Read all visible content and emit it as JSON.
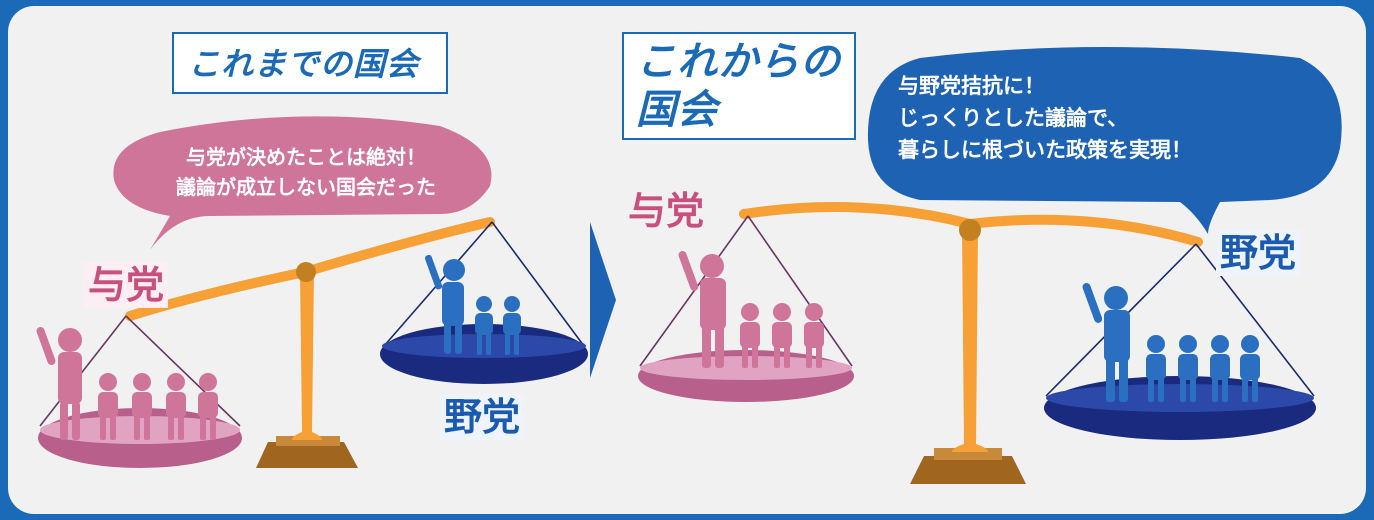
{
  "before": {
    "title": "これまでの国会",
    "bubble_text": "与党が決めたことは絶対！\n議論が成立しない国会だった",
    "ruling_label": "与党",
    "opposition_label": "野党"
  },
  "after": {
    "title": "これからの\n国会",
    "bubble_text": "与野党拮抗に！\nじっくりとした議論で、\n暮らしに根づいた政策を実現！",
    "ruling_label": "与党",
    "opposition_label": "野党"
  },
  "colors": {
    "background": "#1a6ab8",
    "panel": "#f1f1f1",
    "ruling_pink": "#d0759a",
    "ruling_dark": "#b84d7e",
    "opposition_blue": "#2a6fc0",
    "opposition_dark": "#1a2a6e",
    "beam_orange": "#f7a035",
    "base_brown": "#a0651f"
  }
}
